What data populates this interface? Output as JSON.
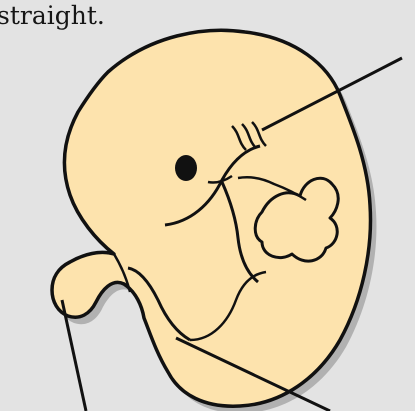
{
  "caption": "straight.",
  "colors": {
    "background": "#e3e3e3",
    "embryo_fill": "#fde3ad",
    "outline": "#111111",
    "eye": "#111111"
  },
  "parts": [
    {
      "name": "head"
    },
    {
      "name": "eye"
    },
    {
      "name": "pharyngeal-arches"
    },
    {
      "name": "heart-bulge"
    },
    {
      "name": "tail"
    },
    {
      "name": "limb-bud"
    }
  ],
  "leader_lines": [
    {
      "name": "leader-line-pharyngeal-arches"
    },
    {
      "name": "leader-line-tail"
    },
    {
      "name": "leader-line-limb-bud"
    }
  ]
}
